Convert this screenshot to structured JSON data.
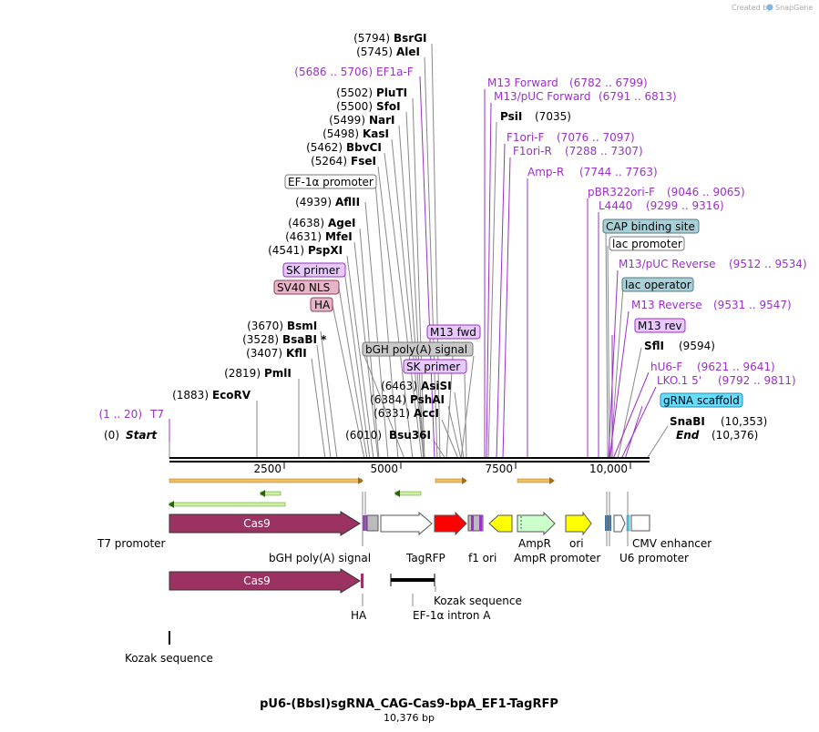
{
  "credit": "Created by",
  "credit_brand": "SnapGene",
  "title": "pU6-(BbsI)sgRNA_CAG-Cas9-bpA_EF1-TagRFP",
  "subtitle": "10,376 bp",
  "axis_ticks": [
    "2500",
    "5000",
    "7500",
    "10,000"
  ],
  "sites": [
    {
      "pos": "(5794)",
      "name": "BsrGI"
    },
    {
      "pos": "(5745)",
      "name": "AleI"
    },
    {
      "pos": "(5502)",
      "name": "PluTI"
    },
    {
      "pos": "(5500)",
      "name": "SfoI"
    },
    {
      "pos": "(5499)",
      "name": "NarI"
    },
    {
      "pos": "(5498)",
      "name": "KasI"
    },
    {
      "pos": "(5462)",
      "name": "BbvCI"
    },
    {
      "pos": "(5264)",
      "name": "FseI"
    },
    {
      "pos": "(4939)",
      "name": "AflII"
    },
    {
      "pos": "(4638)",
      "name": "AgeI"
    },
    {
      "pos": "(4631)",
      "name": "MfeI"
    },
    {
      "pos": "(4541)",
      "name": "PspXI"
    },
    {
      "pos": "(3670)",
      "name": "BsmI"
    },
    {
      "pos": "(3528)",
      "name": "BsaBI *"
    },
    {
      "pos": "(3407)",
      "name": "KflI"
    },
    {
      "pos": "(2819)",
      "name": "PmlI"
    },
    {
      "pos": "(1883)",
      "name": "EcoRV"
    },
    {
      "pos": "(6463)",
      "name": "AsiSI"
    },
    {
      "pos": "(6384)",
      "name": "PshAI"
    },
    {
      "pos": "(6331)",
      "name": "AccI"
    },
    {
      "pos": "(6010)",
      "name": "Bsu36I"
    },
    {
      "pos": "(7035)",
      "name": "PsiI"
    },
    {
      "pos": "(9594)",
      "name": "SflI"
    },
    {
      "pos": "(10,353)",
      "name": "SnaBI"
    }
  ],
  "start": {
    "pos": "(0)",
    "name": "Start"
  },
  "end": {
    "name": "End",
    "pos": "(10,376)"
  },
  "primers": [
    {
      "range": "(5686 .. 5706)",
      "name": "EF1a-F"
    },
    {
      "range": "(1 .. 20)",
      "name": "T7"
    },
    {
      "name": "M13 Forward",
      "range": "(6782 .. 6799)"
    },
    {
      "name": "M13/pUC Forward",
      "range": "(6791 .. 6813)"
    },
    {
      "name": "F1ori-F",
      "range": "(7076 .. 7097)"
    },
    {
      "name": "F1ori-R",
      "range": "(7288 .. 7307)"
    },
    {
      "name": "Amp-R",
      "range": "(7744 .. 7763)"
    },
    {
      "name": "pBR322ori-F",
      "range": "(9046 .. 9065)"
    },
    {
      "name": "L4440",
      "range": "(9299 .. 9316)"
    },
    {
      "name": "M13/pUC Reverse",
      "range": "(9512 .. 9534)"
    },
    {
      "name": "M13 Reverse",
      "range": "(9531 .. 9547)"
    },
    {
      "name": "hU6-F",
      "range": "(9621 .. 9641)"
    },
    {
      "name": "LKO.1 5'",
      "range": "(9792 .. 9811)"
    }
  ],
  "boxes": {
    "ef1a_promoter": "EF-1α promoter",
    "sk_primer_1": "SK primer",
    "sv40_nls": "SV40 NLS",
    "ha_box": "HA",
    "m13_fwd": "M13 fwd",
    "bgh_box": "bGH poly(A) signal",
    "sk_primer_2": "SK primer",
    "cap_site": "CAP binding site",
    "lac_promoter": "lac promoter",
    "lac_operator": "lac operator",
    "m13_rev": "M13 rev",
    "grna_scaffold": "gRNA scaffold"
  },
  "features": {
    "cas9_1": "Cas9",
    "cas9_2": "Cas9",
    "t7_promoter": "T7 promoter",
    "bgh": "bGH poly(A) signal",
    "tagrfp": "TagRFP",
    "f1_ori": "f1 ori",
    "ampr": "AmpR",
    "ampr_promoter": "AmpR promoter",
    "ori": "ori",
    "cmv_enhancer": "CMV enhancer",
    "u6_promoter": "U6 promoter",
    "kozak_1": "Kozak sequence",
    "ha": "HA",
    "ef1a_intron": "EF-1α intron A",
    "kozak_2": "Kozak sequence"
  },
  "colors": {
    "cas9": "#9b3261",
    "tagrfp": "#ff0000",
    "ampr": "#ffff00",
    "ampr_promoter": "#ccffcc",
    "ori": "#ffff00",
    "primer_text": "#9a30c8",
    "primer_arrow": "#f0a020",
    "sk_primer_fill": "#e8c8ff",
    "sv40_fill": "#e8b4c8",
    "cap_fill": "#a8d0d8",
    "grna_fill": "#66ddff"
  }
}
